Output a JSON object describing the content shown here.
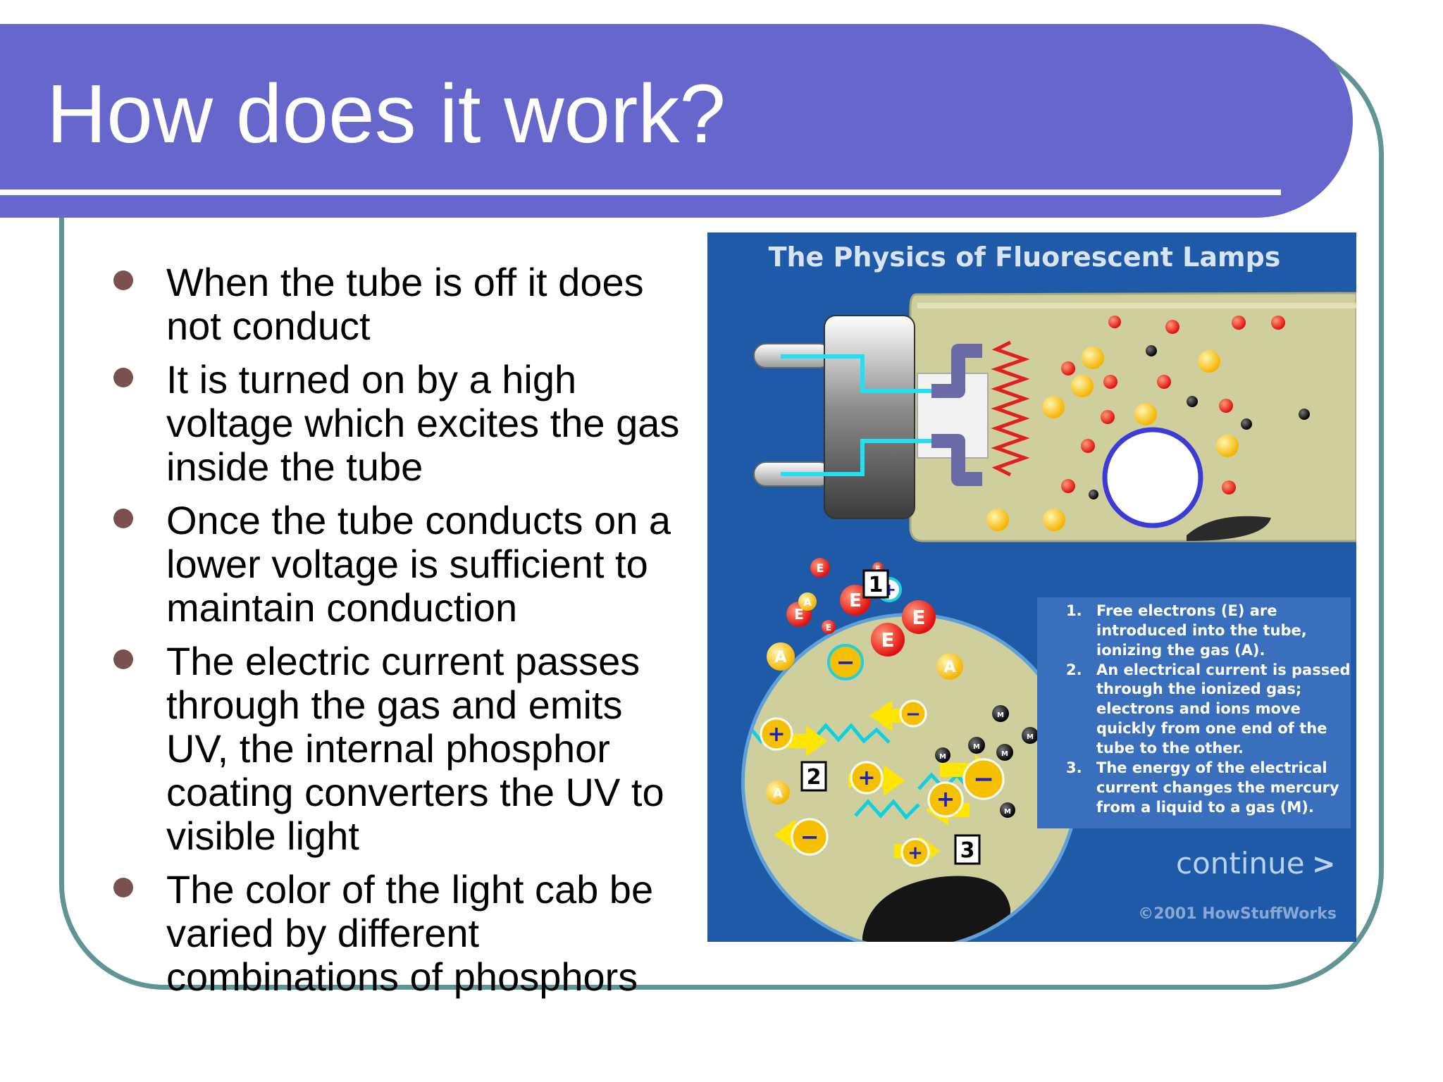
{
  "slide": {
    "title": "How does it work?",
    "bullets": [
      {
        "lines": [
          "When the tube is off it does",
          "not conduct"
        ]
      },
      {
        "lines": [
          "It is turned on by a high",
          "voltage which excites the gas",
          "inside the tube"
        ]
      },
      {
        "lines": [
          "Once the tube conducts on a",
          "lower voltage is sufficient to",
          "maintain conduction"
        ]
      },
      {
        "lines": [
          "The electric current passes",
          "through the gas and emits",
          "UV, the internal phosphor",
          "coating converters the UV to",
          "visible light"
        ]
      },
      {
        "lines": [
          "The color of the light cab be",
          "varied by different",
          "combinations of phosphors"
        ]
      }
    ]
  },
  "figure": {
    "title": "The Physics of Fluorescent Lamps",
    "steps": [
      {
        "num": "1.",
        "lines": [
          "Free electrons (E) are",
          "introduced into the tube,",
          "ionizing the gas (A)."
        ]
      },
      {
        "num": "2.",
        "lines": [
          "An electrical current is passed",
          "through the ionized gas;",
          "electrons and ions move",
          "quickly from one end of the",
          "tube to the other."
        ]
      },
      {
        "num": "3.",
        "lines": [
          "The energy of the electrical",
          "current changes the mercury",
          "from a liquid to a gas (M)."
        ]
      }
    ],
    "continue_label": "continue",
    "continue_arrow": ">",
    "copyright": "©2001 HowStuffWorks",
    "particle_labels": {
      "electron": "E",
      "atom": "A",
      "mercury": "M",
      "plus": "+",
      "minus": "−"
    },
    "callouts": [
      "1",
      "2",
      "3"
    ],
    "colors": {
      "background": "#1e5aa8",
      "panel": "#3a6fbd",
      "gas": "#cfcf9e",
      "title_band": "#6666cc",
      "frame": "#5f9594"
    }
  }
}
